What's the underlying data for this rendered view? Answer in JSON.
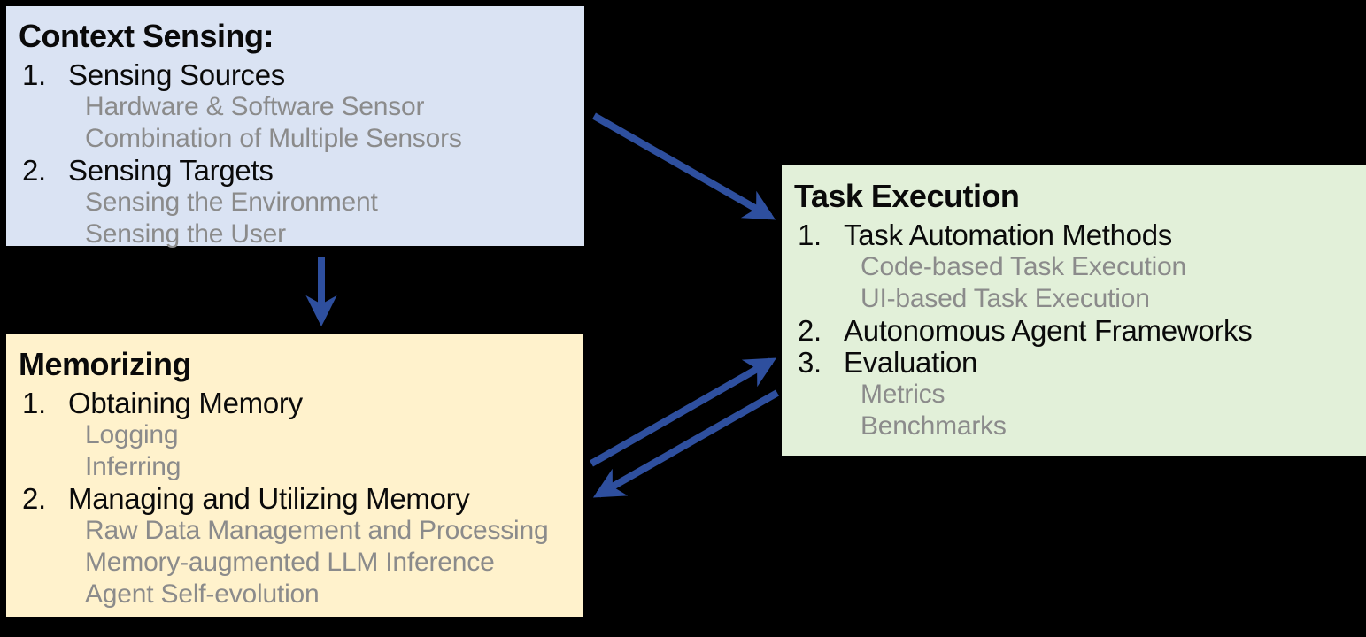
{
  "diagram": {
    "background_color": "#000000",
    "arrow_color": "#2E4F9E",
    "item_text_color": "#0a0a0a",
    "sub_text_color": "#8b8b8b"
  },
  "boxes": {
    "context_sensing": {
      "bg": "#DAE3F3",
      "title": "Context Sensing:",
      "items": [
        {
          "num": "1.",
          "label": "Sensing Sources",
          "subs": [
            "Hardware & Software Sensor",
            "Combination of Multiple Sensors"
          ]
        },
        {
          "num": "2.",
          "label": "Sensing Targets",
          "subs": [
            "Sensing the Environment",
            "Sensing the User"
          ]
        }
      ]
    },
    "task_execution": {
      "bg": "#E2F0D9",
      "title": "Task Execution",
      "items": [
        {
          "num": "1.",
          "label": "Task Automation Methods",
          "subs": [
            "Code-based Task Execution",
            "UI-based Task Execution"
          ]
        },
        {
          "num": "2.",
          "label": "Autonomous Agent Frameworks",
          "subs": []
        },
        {
          "num": "3.",
          "label": "Evaluation",
          "subs": [
            "Metrics",
            "Benchmarks"
          ]
        }
      ]
    },
    "memorizing": {
      "bg": "#FFF2CC",
      "title": "Memorizing",
      "items": [
        {
          "num": "1.",
          "label": "Obtaining Memory",
          "subs": [
            "Logging",
            "Inferring"
          ]
        },
        {
          "num": "2.",
          "label": "Managing and Utilizing Memory",
          "subs": [
            "Raw Data Management and Processing",
            "Memory-augmented LLM Inference",
            "Agent Self-evolution"
          ]
        }
      ]
    }
  },
  "arrows": [
    {
      "name": "context-sensing-to-task-execution",
      "from": "context_sensing",
      "to": "task_execution",
      "direction": "one-way"
    },
    {
      "name": "context-sensing-to-memorizing",
      "from": "context_sensing",
      "to": "memorizing",
      "direction": "one-way"
    },
    {
      "name": "memorizing-to-task-execution",
      "from": "memorizing",
      "to": "task_execution",
      "direction": "one-way"
    },
    {
      "name": "task-execution-to-memorizing",
      "from": "task_execution",
      "to": "memorizing",
      "direction": "one-way"
    }
  ]
}
